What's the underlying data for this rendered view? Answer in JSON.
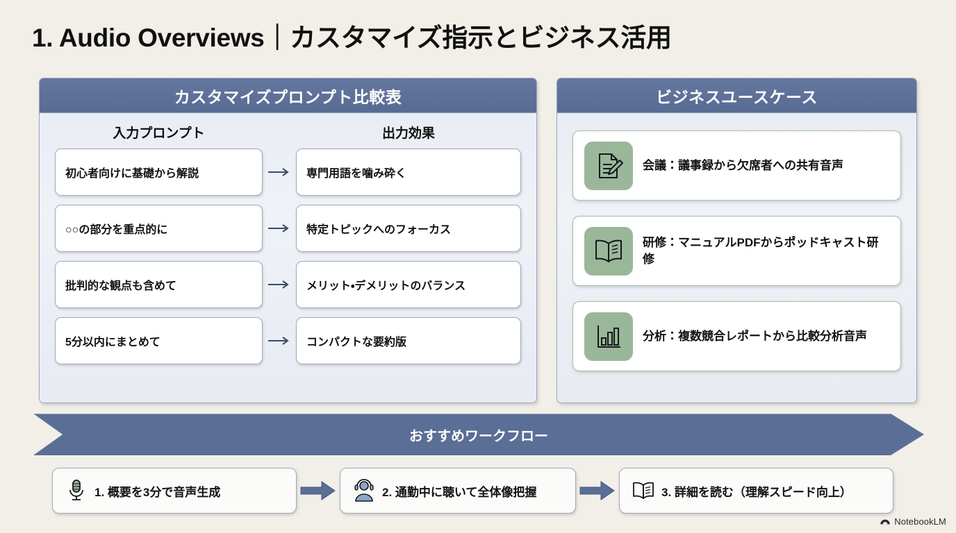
{
  "slide": {
    "title": "1. Audio Overviews｜カスタマイズ指示とビジネス活用"
  },
  "left_panel": {
    "header": "カスタマイズプロンプト比較表",
    "columns": {
      "input": "入力プロンプト",
      "output": "出力効果"
    },
    "arrow_icon": "arrow-right-icon",
    "rows": [
      {
        "input": "初心者向けに基礎から解説",
        "output": "専門用語を噛み砕く"
      },
      {
        "input": "○○の部分を重点的に",
        "output": "特定トピックへのフォーカス"
      },
      {
        "input": "批判的な観点も含めて",
        "output": "メリット・デメリットのバランス"
      },
      {
        "input": "5分以内にまとめて",
        "output": "コンパクトな要約版"
      }
    ]
  },
  "right_panel": {
    "header": "ビジネスユースケース",
    "usecases": [
      {
        "icon": "document-pencil-icon",
        "label": "会議：議事録から欠席者への共有音声"
      },
      {
        "icon": "open-book-icon",
        "label": "研修：マニュアルPDFからポッドキャスト研修"
      },
      {
        "icon": "bar-chart-icon",
        "label": "分析：複数競合レポートから比較分析音声"
      }
    ]
  },
  "workflow": {
    "banner_label": "おすすめワークフロー",
    "connector_icon": "block-arrow-right-icon",
    "steps": [
      {
        "icon": "microphone-icon",
        "label": "1. 概要を3分で音声生成"
      },
      {
        "icon": "headset-person-icon",
        "label": "2. 通勤中に聴いて全体像把握"
      },
      {
        "icon": "open-book-icon",
        "label": "3. 詳細を読む（理解スピード向上）"
      }
    ]
  },
  "footer": {
    "logo_icon": "notebooklm-logo-icon",
    "brand": "NotebookLM"
  },
  "colors": {
    "page_background": "#f2efe9",
    "header_blue": "#5a6e96",
    "panel_body": "#eef1f6",
    "icon_tile_green": "#9ab79a",
    "card_white": "#ffffff",
    "step_person_blue": "#8fa5c8"
  }
}
